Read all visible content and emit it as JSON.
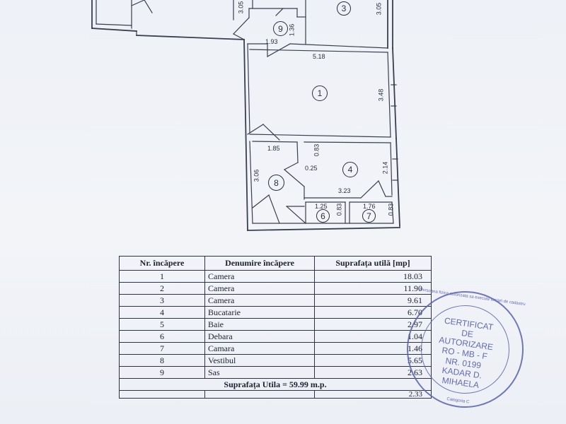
{
  "floor_plan": {
    "dimensions": {
      "d_305_left": "3.05",
      "d_136": "1.36",
      "d_193": "1.93",
      "d_305_right": "3.05",
      "d_518": "5.18",
      "d_348": "3.48",
      "d_185": "1.85",
      "d_083_top": "0.83",
      "d_025": "0.25",
      "d_306": "3.06",
      "d_214": "2.14",
      "d_323": "3.23",
      "d_125": "1.25",
      "d_083_r6": "0.83",
      "d_176": "1.76",
      "d_083_r7": "0.83"
    },
    "room_numbers": {
      "r1": "1",
      "r3": "3",
      "r4": "4",
      "r6": "6",
      "r7": "7",
      "r8": "8",
      "r9": "9"
    }
  },
  "table": {
    "headers": {
      "nr": "Nr. încăpere",
      "name": "Denumire încăpere",
      "area": "Suprafața utilă [mp]"
    },
    "rows": [
      {
        "nr": "1",
        "name": "Camera",
        "area": "18.03"
      },
      {
        "nr": "2",
        "name": "Camera",
        "area": "11.90"
      },
      {
        "nr": "3",
        "name": "Camera",
        "area": "9.61"
      },
      {
        "nr": "4",
        "name": "Bucatarie",
        "area": "6.70"
      },
      {
        "nr": "5",
        "name": "Baie",
        "area": "2.97"
      },
      {
        "nr": "6",
        "name": "Debara",
        "area": "1.04"
      },
      {
        "nr": "7",
        "name": "Camara",
        "area": "1.46"
      },
      {
        "nr": "8",
        "name": "Vestibul",
        "area": "5.65"
      },
      {
        "nr": "9",
        "name": "Sas",
        "area": "2.63"
      }
    ],
    "total": "Suprafața Utila = 59.99 m.p.",
    "cut_row_value": "2.33"
  },
  "stamp": {
    "lines": [
      "CERTIFICAT",
      "DE",
      "AUTORIZARE",
      "RO - MB - F",
      "NR. 0199",
      "KADAR D.",
      "MIHAELA"
    ],
    "ring_text": "Persoana fizica autorizata sa execute lucrari de cadastru",
    "ring_text_bottom": "Categoria C"
  },
  "colors": {
    "paper": "#eef1f7",
    "ink": "#2b2f3d",
    "stamp_ink": "#4a54a0"
  }
}
